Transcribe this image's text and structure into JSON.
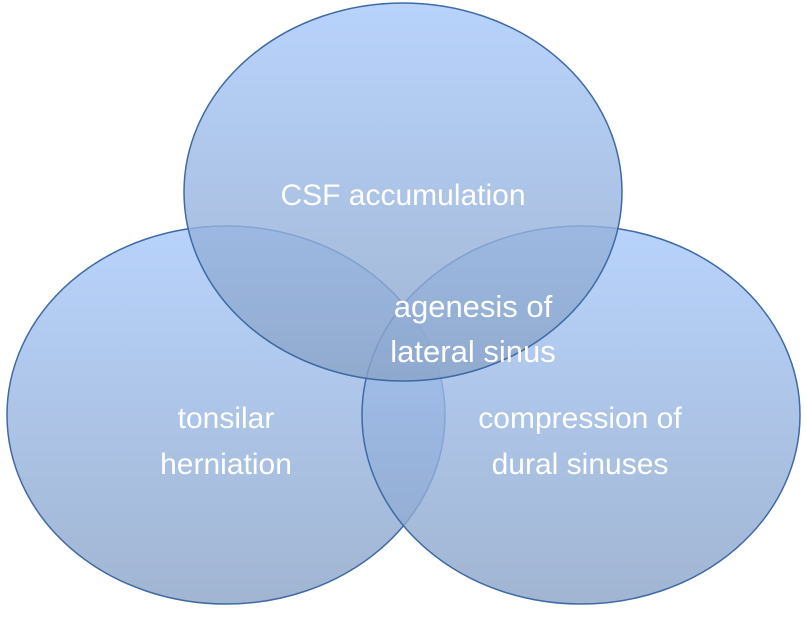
{
  "diagram": {
    "type": "venn",
    "colors": {
      "fill_top": "#a6c8fb",
      "fill_bottom": "#8aa3c7",
      "stroke": "#3e6aa5",
      "label": "#ffffff"
    },
    "circles": [
      {
        "id": "top",
        "label_lines": [
          "CSF accumulation"
        ]
      },
      {
        "id": "left",
        "label_lines": [
          "tonsilar",
          "herniation"
        ]
      },
      {
        "id": "right",
        "label_lines": [
          "compression of",
          "dural sinuses"
        ]
      }
    ],
    "intersection": {
      "label_lines": [
        "agenesis of",
        "lateral sinus"
      ]
    }
  }
}
